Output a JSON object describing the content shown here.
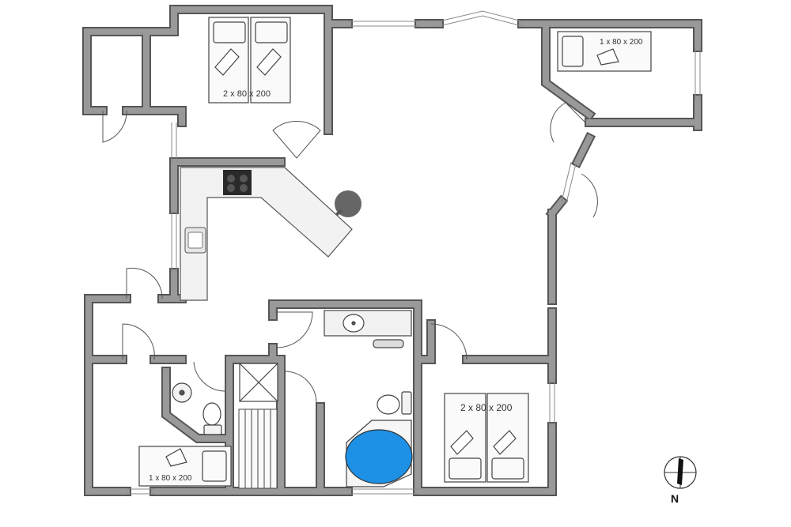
{
  "labels": {
    "bed_top": "2 x 80 x 200",
    "bed_right_top": "1 x 80 x 200",
    "bed_bottom_right": "2 x 80 x 200",
    "bed_bottom_left": "1 x 80 x 200"
  },
  "compass": {
    "north": "N"
  },
  "colors": {
    "wall": "#8c8c8c",
    "wall_edge": "#555555",
    "fixture": "#f0f0f0",
    "tub": "#1e90e6",
    "hob": "#2a2a2a"
  }
}
